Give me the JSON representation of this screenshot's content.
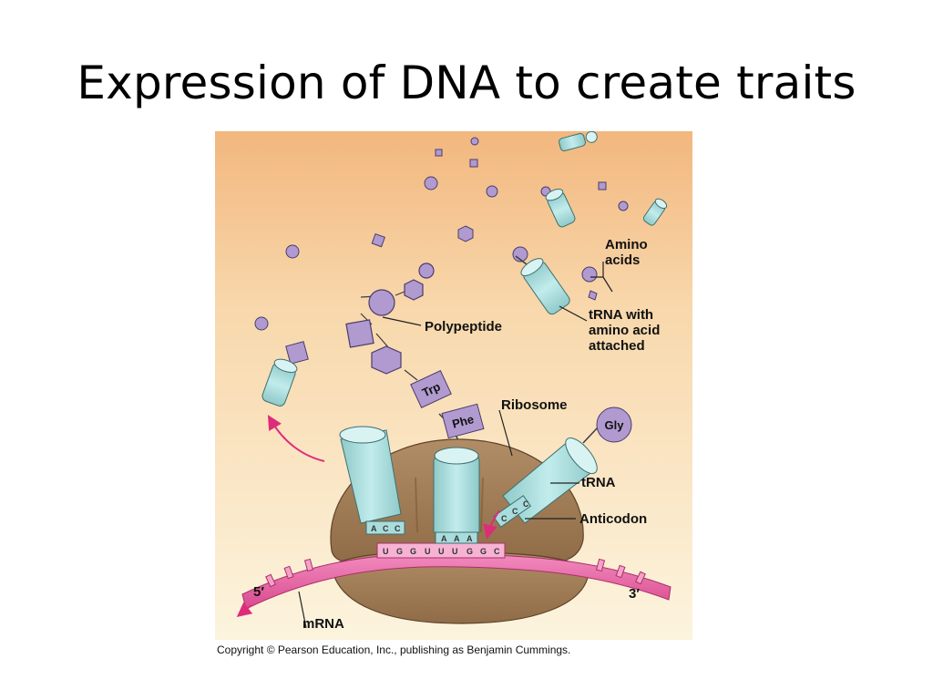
{
  "slide": {
    "title": "Expression of DNA to create traits",
    "copyright": "Copyright © Pearson Education, Inc., publishing as Benjamin Cummings."
  },
  "diagram": {
    "labels": {
      "amino_acids_line1": "Amino",
      "amino_acids_line2": "acids",
      "trna_attached_line1": "tRNA with",
      "trna_attached_line2": "amino acid",
      "trna_attached_line3": "attached",
      "polypeptide": "Polypeptide",
      "ribosome": "Ribosome",
      "trna": "tRNA",
      "anticodon": "Anticodon",
      "mrna": "mRNA",
      "five_prime": "5′",
      "three_prime": "3′"
    },
    "amino_acid_tags": {
      "trp": "Trp",
      "phe": "Phe",
      "gly": "Gly"
    },
    "codons": [
      "U",
      "G",
      "G",
      "U",
      "U",
      "U",
      "G",
      "G",
      "C"
    ],
    "anticodons": {
      "left": [
        "A",
        "C",
        "C"
      ],
      "middle": [
        "A",
        "A",
        "A"
      ],
      "right": [
        "C",
        "C",
        "C"
      ]
    },
    "colors": {
      "background_top": "#f2b77e",
      "background_bottom": "#fbf1d9",
      "ribosome": "#a8855e",
      "trna": "#a9dcdc",
      "amino_acid": "#b09ad0",
      "mrna": "#e96aa6",
      "arrow": "#dd2d7a"
    }
  }
}
